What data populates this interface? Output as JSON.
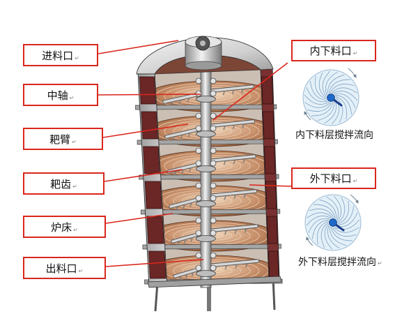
{
  "left_labels": {
    "feed_inlet": "进料口",
    "central_shaft": "中轴",
    "rake_arm": "耙臂",
    "rake_teeth": "耙齿",
    "tray_bed": "炉床",
    "discharge_outlet": "出料口"
  },
  "right_labels": {
    "inner_outlet": "内下料口",
    "inner_flow_caption": "内下料层搅拌流向",
    "outer_outlet": "外下料口",
    "outer_flow_caption": "外下料层搅拌流向"
  },
  "paragraph_mark": "↵",
  "colors": {
    "label_border": "#d9261c",
    "leader_line": "#d9261c",
    "tray_material": "#b57a55",
    "wall_panel": "#6b2626",
    "flow_disc": "#e4f0f8",
    "flow_accent": "#1d68c8"
  }
}
